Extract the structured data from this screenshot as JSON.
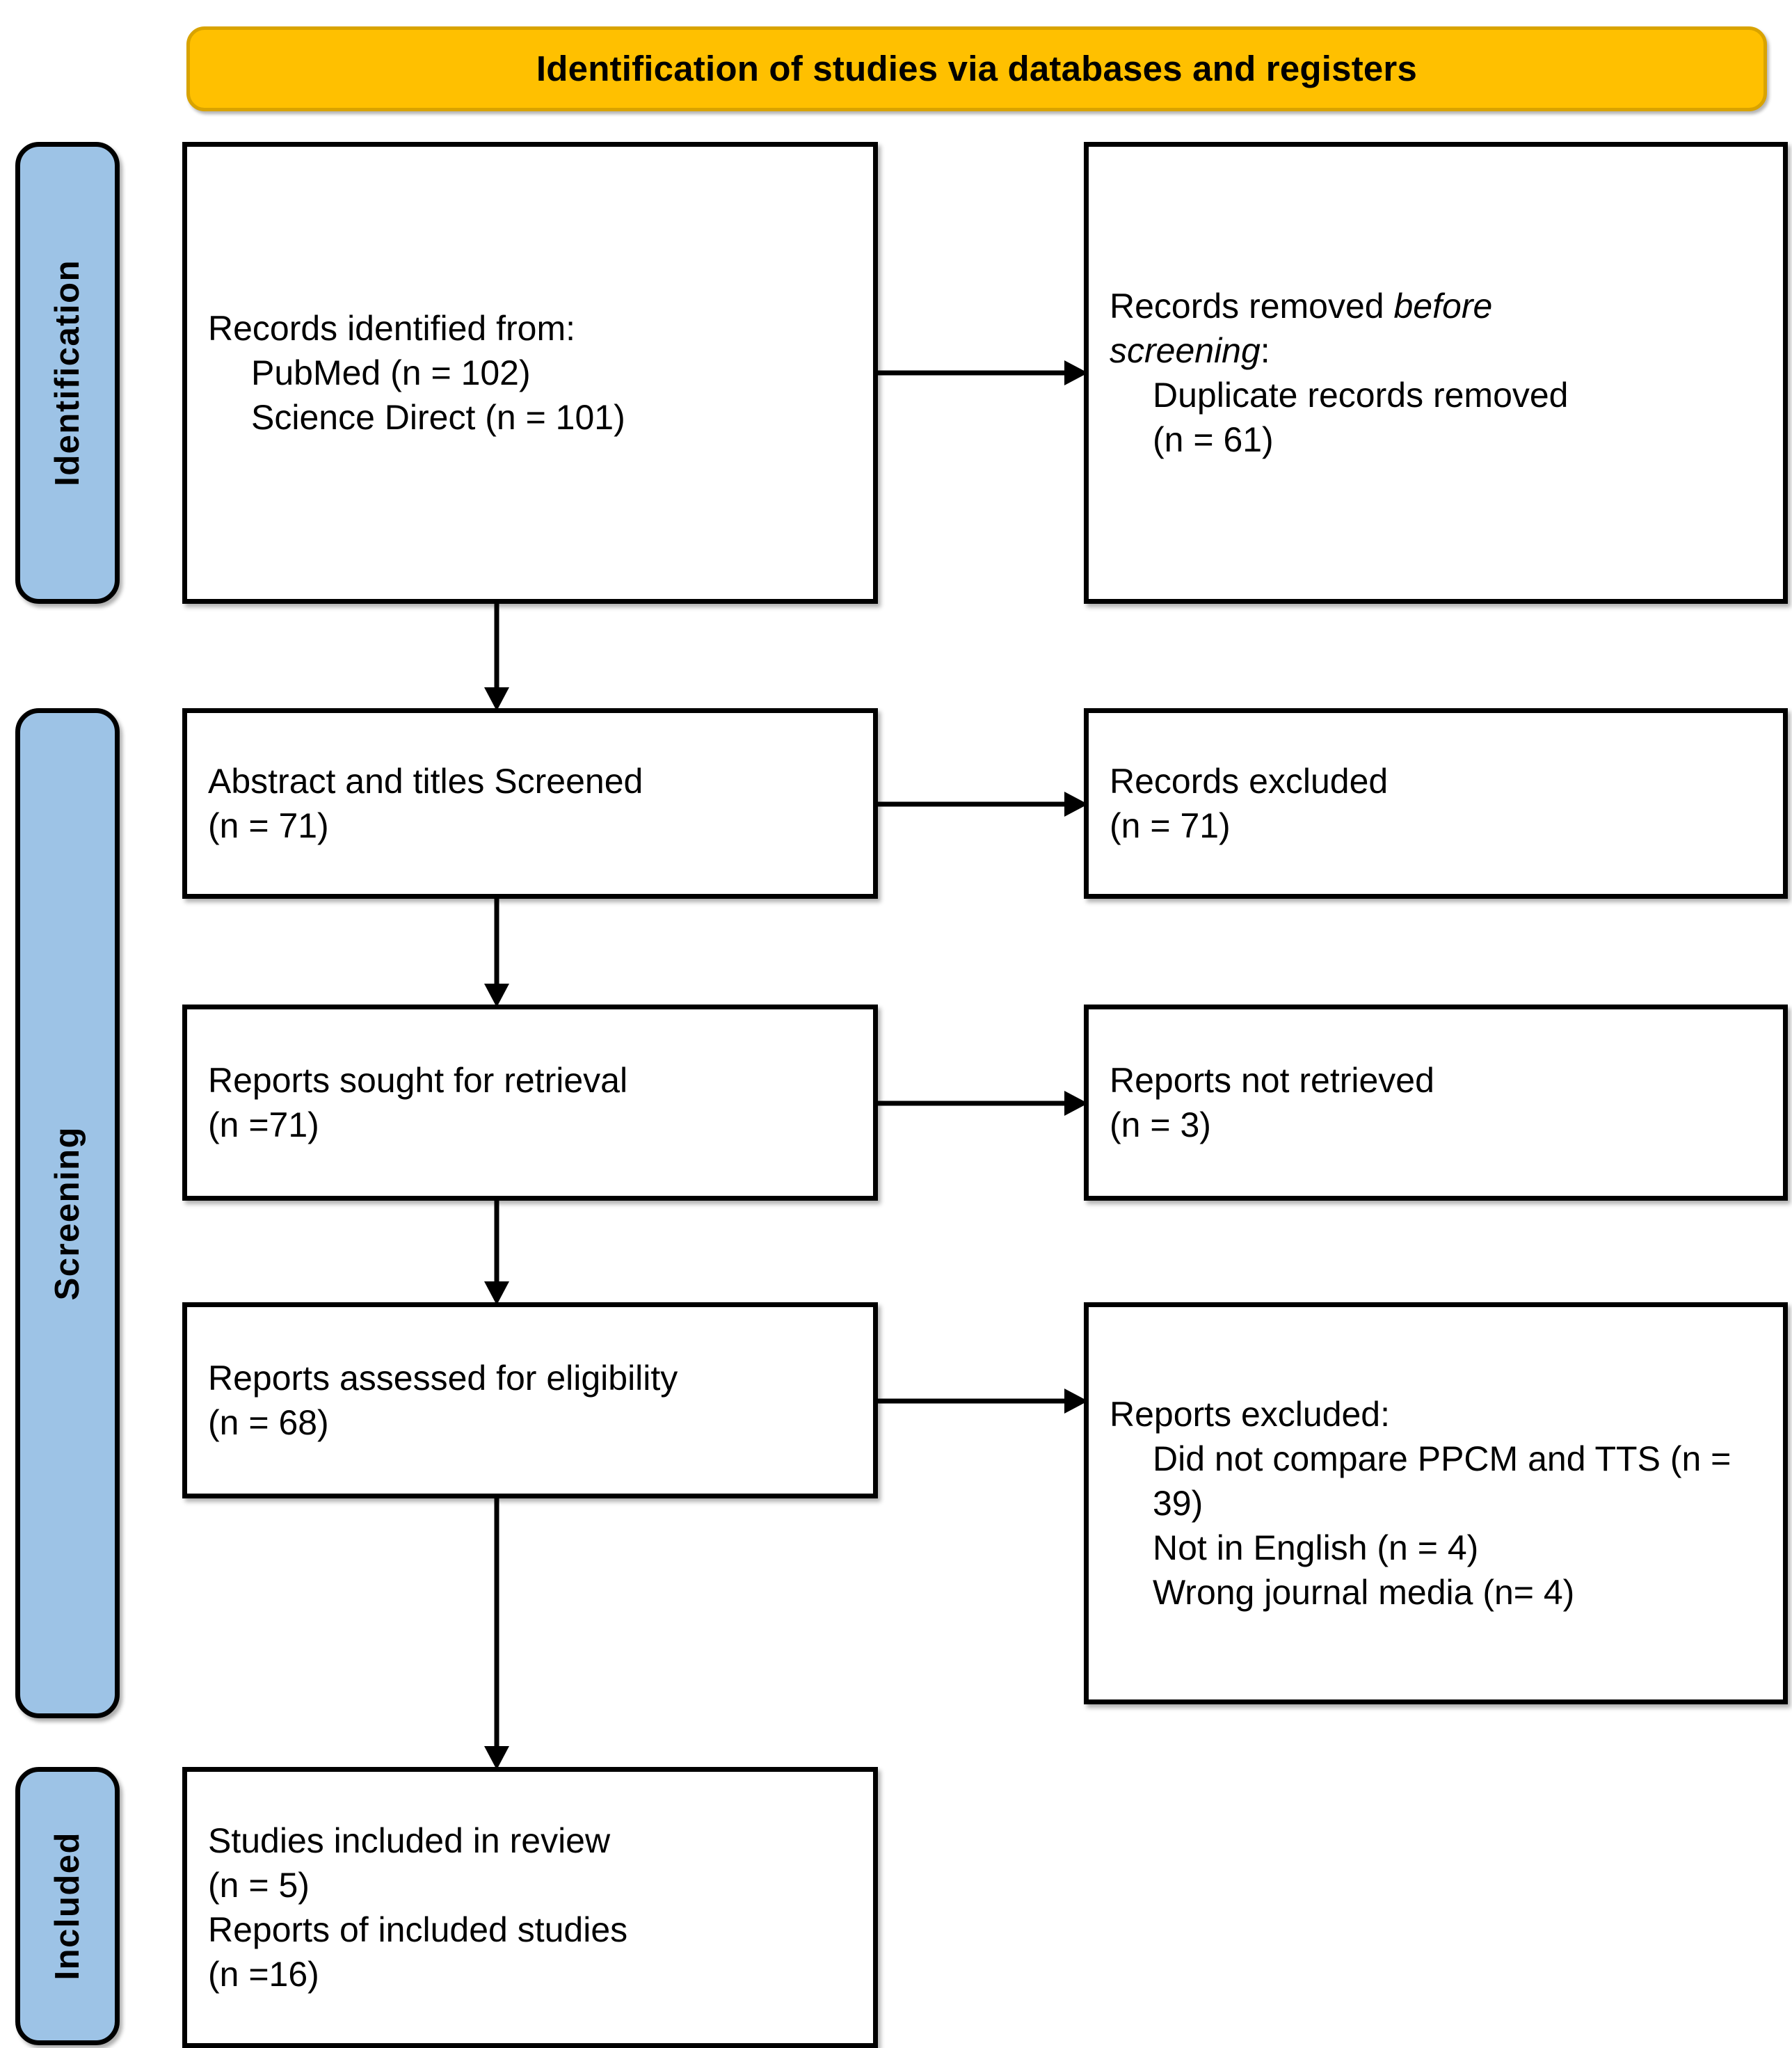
{
  "banner": {
    "title": "Identification of studies via databases and registers"
  },
  "rails": [
    {
      "id": "identification",
      "label": "Identification"
    },
    {
      "id": "screening",
      "label": "Screening"
    },
    {
      "id": "included",
      "label": "Included"
    }
  ],
  "boxes": {
    "identified": {
      "l1": "Records identified from:",
      "l2": "PubMed (n = 102)",
      "l3": "Science Direct (n = 101)"
    },
    "removed": {
      "l1_a": "Records removed ",
      "l1_b": "before",
      "l2_a": "screening",
      "l2_b": ":",
      "l3": "Duplicate records removed",
      "l4": "(n = 61)"
    },
    "screened": {
      "l1": "Abstract and titles Screened",
      "l2": "(n = 71)"
    },
    "excluded_records": {
      "l1": "Records excluded",
      "l2": "(n = 71)"
    },
    "sought": {
      "l1": "Reports sought for retrieval",
      "l2": "(n =71)"
    },
    "not_retrieved": {
      "l1": "Reports not retrieved",
      "l2": "(n = 3)"
    },
    "assessed": {
      "l1": "Reports assessed for eligibility",
      "l2": "(n = 68)"
    },
    "excluded_reports": {
      "l1": "Reports excluded:",
      "l2": "Did not compare PPCM and TTS (n = 39)",
      "l3": "Not in English (n = 4)",
      "l4": "Wrong journal media (n= 4)"
    },
    "included": {
      "l1": "Studies included in review",
      "l2": "(n = 5)",
      "l3": "Reports of included studies",
      "l4": "(n =16)"
    }
  },
  "colors": {
    "banner_fill": "#FFC000",
    "banner_border": "#D9A300",
    "rail_fill": "#9DC3E6",
    "stroke": "#000000",
    "box_fill": "#FFFFFF"
  },
  "connectors": [
    {
      "id": "identified-to-removed",
      "direction": "right"
    },
    {
      "id": "identified-to-screened",
      "direction": "down"
    },
    {
      "id": "screened-to-excluded",
      "direction": "right"
    },
    {
      "id": "screened-to-sought",
      "direction": "down"
    },
    {
      "id": "sought-to-notretrieved",
      "direction": "right"
    },
    {
      "id": "sought-to-assessed",
      "direction": "down"
    },
    {
      "id": "assessed-to-excluded",
      "direction": "right"
    },
    {
      "id": "assessed-to-included",
      "direction": "down"
    }
  ]
}
